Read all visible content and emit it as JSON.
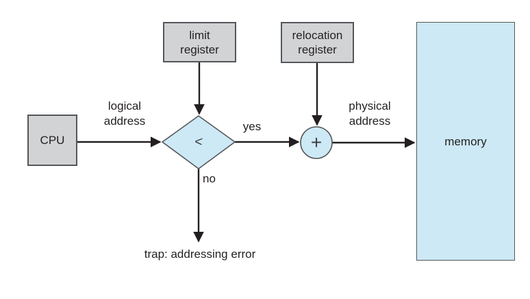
{
  "colors": {
    "background": "#ffffff",
    "box_gray": "#d2d3d5",
    "shape_blue": "#cde9f6",
    "border": "#55565a",
    "arrow": "#231f20",
    "text": "#231f20"
  },
  "nodes": {
    "cpu": {
      "label": "CPU"
    },
    "limit_register": {
      "label": "limit\nregister"
    },
    "relocation_register": {
      "label": "relocation\nregister"
    },
    "memory": {
      "label": "memory"
    },
    "comparator": {
      "symbol": "<"
    },
    "adder": {
      "symbol": "+"
    }
  },
  "labels": {
    "logical_address": "logical\naddress",
    "physical_address": "physical\naddress",
    "yes": "yes",
    "no": "no",
    "trap": "trap: addressing error"
  }
}
